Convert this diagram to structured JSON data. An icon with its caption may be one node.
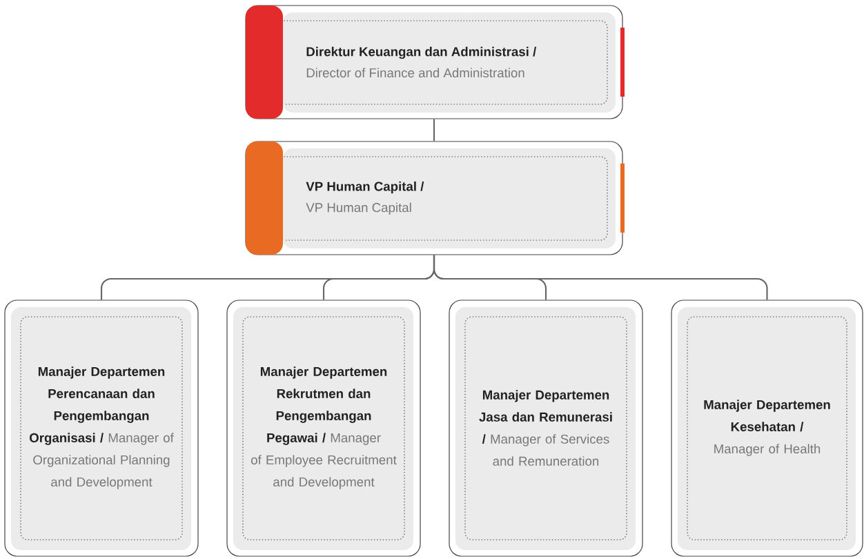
{
  "diagram": {
    "nodes": [
      {
        "text": [
          "Direktur Keuangan dan Administrasi /",
          "Director of Finance and Administration"
        ]
      },
      {
        "text": [
          "VP Human Capital /",
          "VP Human Capital"
        ]
      },
      {
        "text": [
          "Manajer Departemen Perencanaan dan Pengembangan Organisasi /",
          "Manager of Organizational Planning and Development"
        ]
      },
      {
        "text": [
          "Manajer Departemen Rekrutmen dan Pengembangan Pegawai /",
          "Manager of Employee Recruitment and Development"
        ]
      },
      {
        "text": [
          "Manajer Departemen Jasa dan Remunerasi /",
          "Manager of Services and Remuneration"
        ]
      },
      {
        "text": [
          "Manajer Departemen Kesehatan /",
          "Manager of Health"
        ]
      }
    ],
    "edges": [
      {
        "from": 0,
        "to": 1,
        "arrow": "none"
      },
      {
        "from": 1,
        "to": 2,
        "arrow": "none"
      },
      {
        "from": 1,
        "to": 3,
        "arrow": "none"
      },
      {
        "from": 1,
        "to": 4,
        "arrow": "none"
      },
      {
        "from": 1,
        "to": 5,
        "arrow": "none"
      }
    ]
  }
}
